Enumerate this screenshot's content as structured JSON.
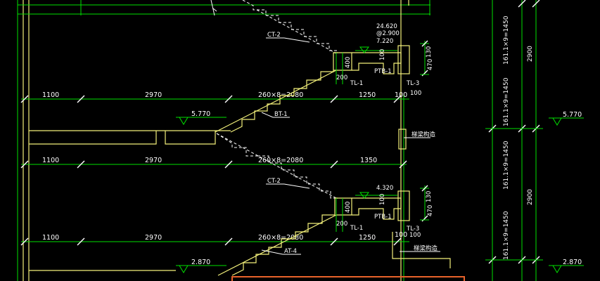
{
  "drawing": {
    "dims_row1": [
      "1100",
      "2970",
      "260×8=2080",
      "1250",
      "100"
    ],
    "dims_row2": [
      "1100",
      "2970",
      "260×8=2080",
      "1350"
    ],
    "dims_row3": [
      "1100",
      "2970",
      "260×8=2080",
      "1250",
      "100"
    ],
    "elev_upper": [
      "24.620",
      "@2.900",
      "7.220"
    ],
    "elev_mid": "4.320",
    "elev_left1": "5.770",
    "elev_left2": "2.870",
    "elev_right1": "5.770",
    "elev_right2": "2.870",
    "label_ct2_a": "CT-2",
    "label_ct2_b": "CT-2",
    "label_bt1": "BT-1",
    "label_at4": "AT-4",
    "label_ptb1_a": "PTB-1",
    "label_ptb1_b": "PTB-1",
    "label_tl1_a": "TL-1",
    "label_tl1_b": "TL-1",
    "label_tl3_a": "TL-3",
    "label_tl3_b": "TL-3",
    "dim_100_side": "100",
    "dim_400_a": "400",
    "dim_400_b": "400",
    "dim_200_a": "200",
    "dim_200_b": "200",
    "dim_100_a": "100",
    "dim_100_b": "100",
    "dim_130_a": "130",
    "dim_130_b": "130",
    "dim_470_a": "470",
    "dim_470_b": "470",
    "dim_100_c": "100",
    "vert_dims": [
      "161.1×9=1450",
      "161.1×9=1450",
      "161.1×9=1450",
      "161.1×9=1450"
    ],
    "vert_2900_a": "2900",
    "vert_2900_b": "2900",
    "note_a": "梯梁构造",
    "note_b": "梯梁构造"
  }
}
